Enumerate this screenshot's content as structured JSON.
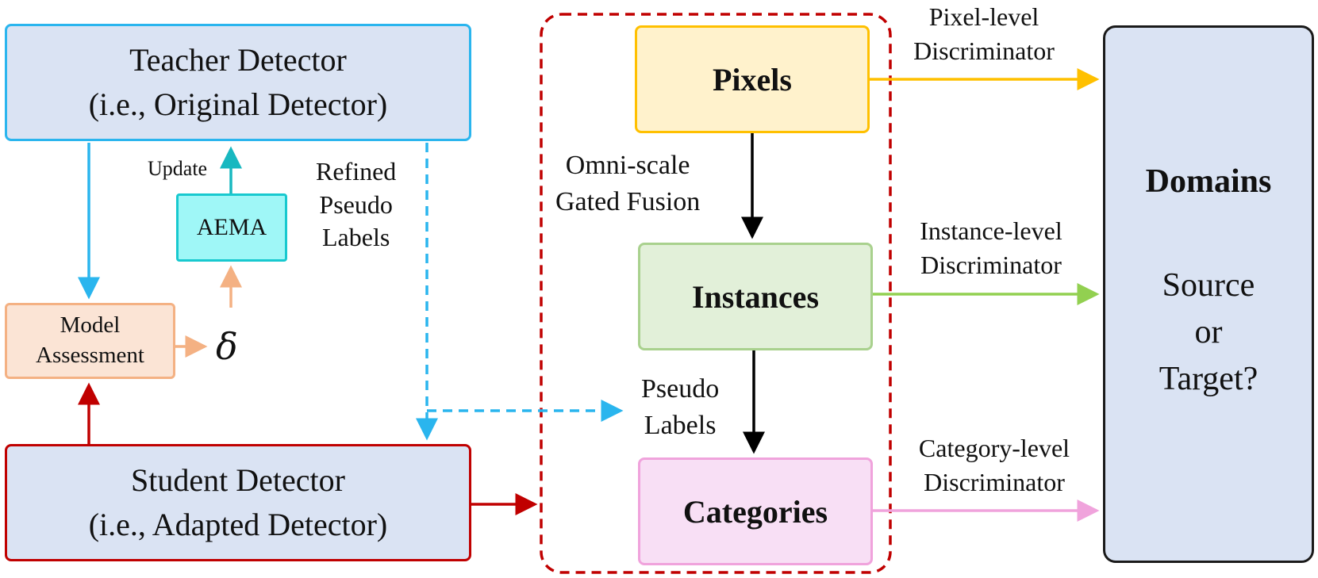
{
  "teacher": {
    "line1": "Teacher Detector",
    "line2": "(i.e., Original Detector)"
  },
  "student": {
    "line1": "Student Detector",
    "line2": "(i.e., Adapted Detector)"
  },
  "aema": "AEMA",
  "update": "Update",
  "assessment": {
    "line1": "Model",
    "line2": "Assessment"
  },
  "delta": "δ",
  "refined": {
    "line1": "Refined",
    "line2": "Pseudo",
    "line3": "Labels"
  },
  "fusion": {
    "line1": "Omni-scale",
    "line2": "Gated Fusion"
  },
  "pseudo": {
    "line1": "Pseudo",
    "line2": "Labels"
  },
  "pixels": "Pixels",
  "instances": "Instances",
  "categories": "Categories",
  "disc_pixel": {
    "line1": "Pixel-level",
    "line2": "Discriminator"
  },
  "disc_instance": {
    "line1": "Instance-level",
    "line2": "Discriminator"
  },
  "disc_category": {
    "line1": "Category-level",
    "line2": "Discriminator"
  },
  "domains": {
    "title": "Domains",
    "q1": "Source",
    "q2": "or",
    "q3": "Target?"
  },
  "colors": {
    "teacher_border": "#2ab5ee",
    "student_border": "#c00000",
    "aema_fill": "#9ff7f7",
    "assessment_fill": "#fbe4d5",
    "pixels_border": "#ffc000",
    "instances_border": "#a9d18e",
    "categories_border": "#f0a3dc",
    "domains_fill": "#dae3f3",
    "blue_fill": "#dae3f3",
    "dashed_frame": "#c00000"
  }
}
